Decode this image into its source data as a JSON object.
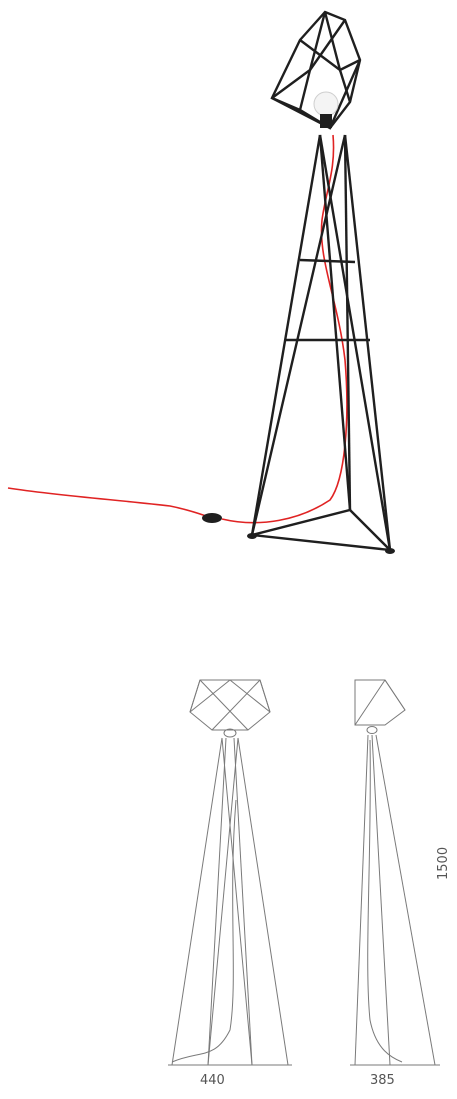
{
  "dimensions": {
    "width": "440",
    "depth": "385",
    "height": "1500"
  },
  "colors": {
    "frame": "#1f1f1f",
    "cord": "#e02323",
    "bulb": "#f4f4f4",
    "drawing": "#7a7a7a",
    "dimension_text": "#555555"
  }
}
